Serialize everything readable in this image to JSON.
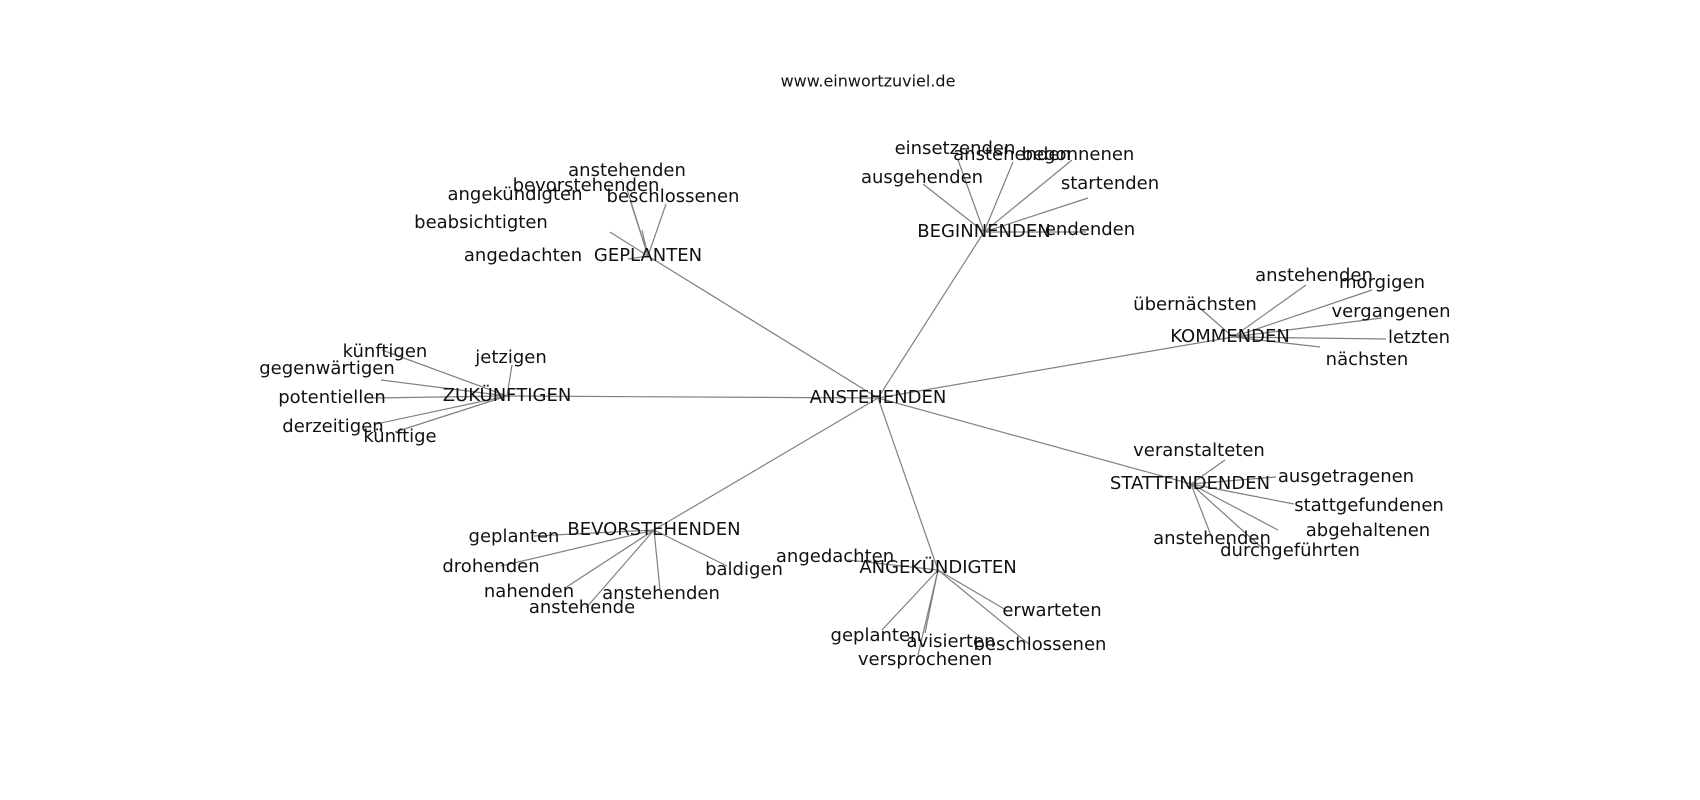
{
  "site_label": "www.einwortzuviel.de",
  "center": "ANSTEHENDEN",
  "clusters": [
    {
      "hub": "GEPLANTEN",
      "leaves": [
        "anstehenden",
        "bevorstehenden",
        "angekündigten",
        "beschlossenen",
        "beabsichtigten",
        "angedachten"
      ]
    },
    {
      "hub": "BEGINNENDEN",
      "leaves": [
        "einsetzenden",
        "anstehenden",
        "begonnenen",
        "ausgehenden",
        "startenden",
        "endenden"
      ]
    },
    {
      "hub": "KOMMENDEN",
      "leaves": [
        "anstehenden",
        "morgigen",
        "übernächsten",
        "vergangenen",
        "letzten",
        "nächsten"
      ]
    },
    {
      "hub": "ZUKÜNFTIGEN",
      "leaves": [
        "künftigen",
        "jetzigen",
        "gegenwärtigen",
        "potentiellen",
        "derzeitigen",
        "künftige"
      ]
    },
    {
      "hub": "STATTFINDENDEN",
      "leaves": [
        "veranstalteten",
        "ausgetragenen",
        "stattgefundenen",
        "abgehaltenen",
        "anstehenden",
        "durchgeführten"
      ]
    },
    {
      "hub": "BEVORSTEHENDEN",
      "leaves": [
        "geplanten",
        "drohenden",
        "baldigen",
        "nahenden",
        "anstehenden",
        "anstehende"
      ]
    },
    {
      "hub": "ANGEKÜNDIGTEN",
      "leaves": [
        "angedachten",
        "erwarteten",
        "geplanten",
        "avisierten",
        "beschlossenen",
        "versprochenen"
      ]
    }
  ]
}
